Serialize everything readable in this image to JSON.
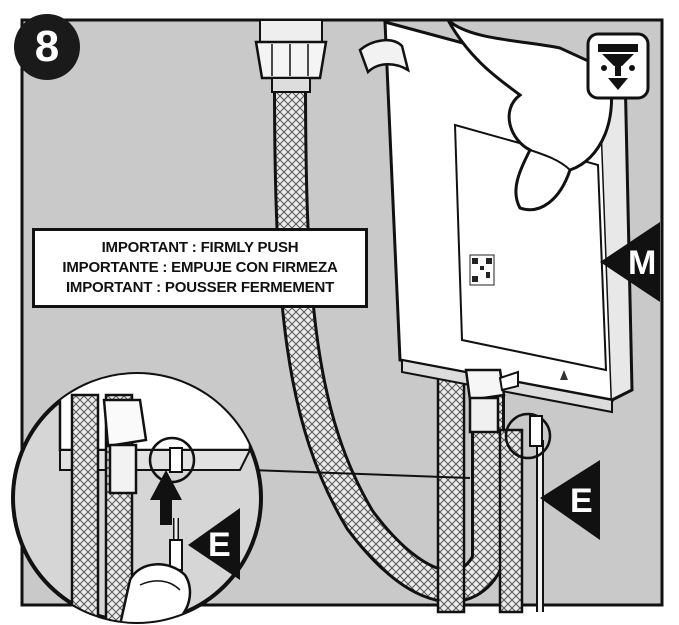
{
  "step": {
    "number": "8"
  },
  "notice": {
    "lines": [
      "IMPORTANT : FIRMLY PUSH",
      "IMPORTANTE : EMPUJE CON FIRMEZA",
      "IMPORTANT : POUSSER FERMEMENT"
    ]
  },
  "labels": {
    "unit": "M",
    "connector_main": "E",
    "connector_detail": "E"
  },
  "icons": [
    "mount-icon"
  ],
  "colors": {
    "background": "#c9c9c9",
    "outline": "#111111",
    "panel": "#ffffff",
    "badge": "#1a1a1a"
  }
}
